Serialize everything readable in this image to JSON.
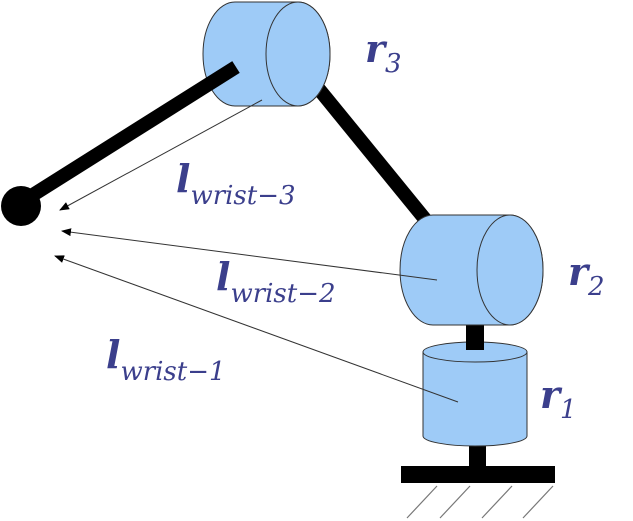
{
  "joints": [
    {
      "name": "r",
      "sub": "3"
    },
    {
      "name": "r",
      "sub": "2"
    },
    {
      "name": "r",
      "sub": "1"
    }
  ],
  "vectors": [
    {
      "name": "l",
      "sub": "wrist−3"
    },
    {
      "name": "l",
      "sub": "wrist−2"
    },
    {
      "name": "l",
      "sub": "wrist−1"
    }
  ],
  "colors": {
    "joint": "#9ecbf7",
    "label": "#3b3f8c",
    "link": "#000000"
  }
}
